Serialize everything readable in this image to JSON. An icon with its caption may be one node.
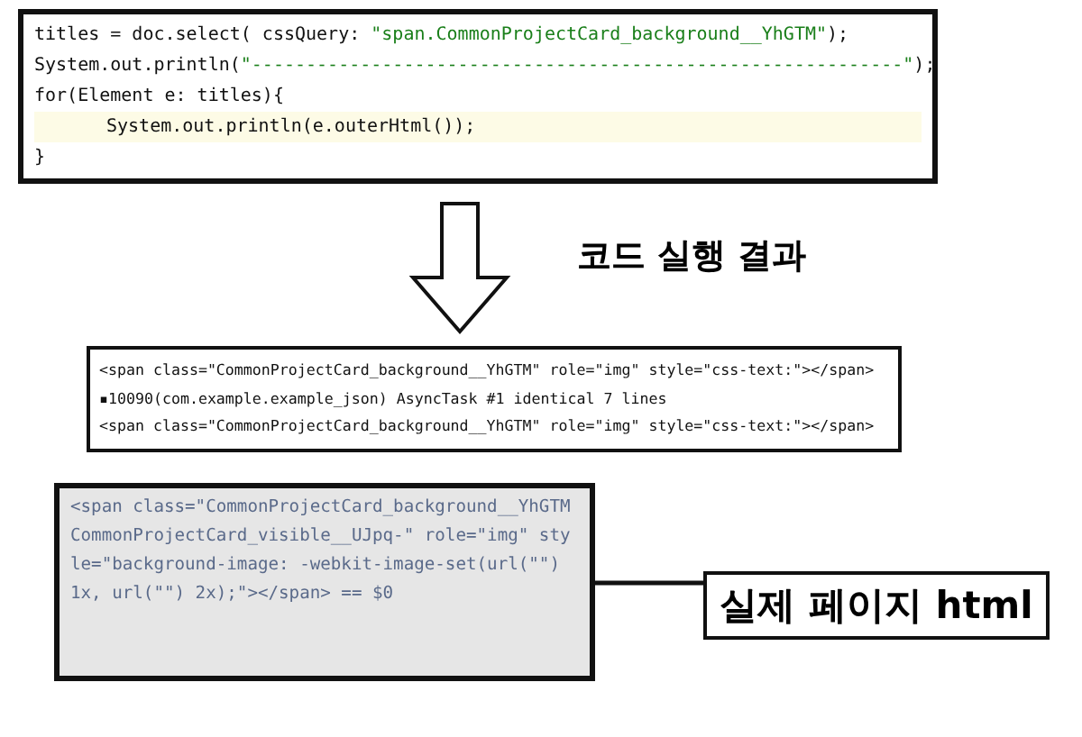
{
  "diagram": {
    "nodes": [
      {
        "text": [
          "titles = doc.select( cssQuery: \"span.CommonProjectCard_background__YhGTM\");",
          "System.out.println(\"------------------------------------------------------------\");",
          "for(Element e: titles){",
          "System.out.println(e.outerHtml());",
          "}"
        ]
      },
      {
        "text": [
          "<span class=\"CommonProjectCard_background__YhGTM\" role=\"img\" style=\"css-text:\"></span>",
          "▪10090(com.example.example_json) AsyncTask #1 identical 7 lines",
          "<span class=\"CommonProjectCard_background__YhGTM\" role=\"img\" style=\"css-text:\"></span>"
        ]
      },
      {
        "text": [
          "<span class=\"CommonProjectCard_background__YhGTM CommonProjectCard_visible__UJpq-\" role=\"img\" style=\"background-image: -webkit-image-set(url(\"\") 1x, url(\"\") 2x);\"></span> == $0"
        ]
      },
      {
        "text": [
          "실제 페이지 html"
        ]
      }
    ],
    "edges": [
      {
        "from": 0,
        "to": 1,
        "arrow": "to",
        "label": "코드 실행 결과"
      },
      {
        "from": 3,
        "to": 2,
        "arrow": "none"
      }
    ]
  }
}
